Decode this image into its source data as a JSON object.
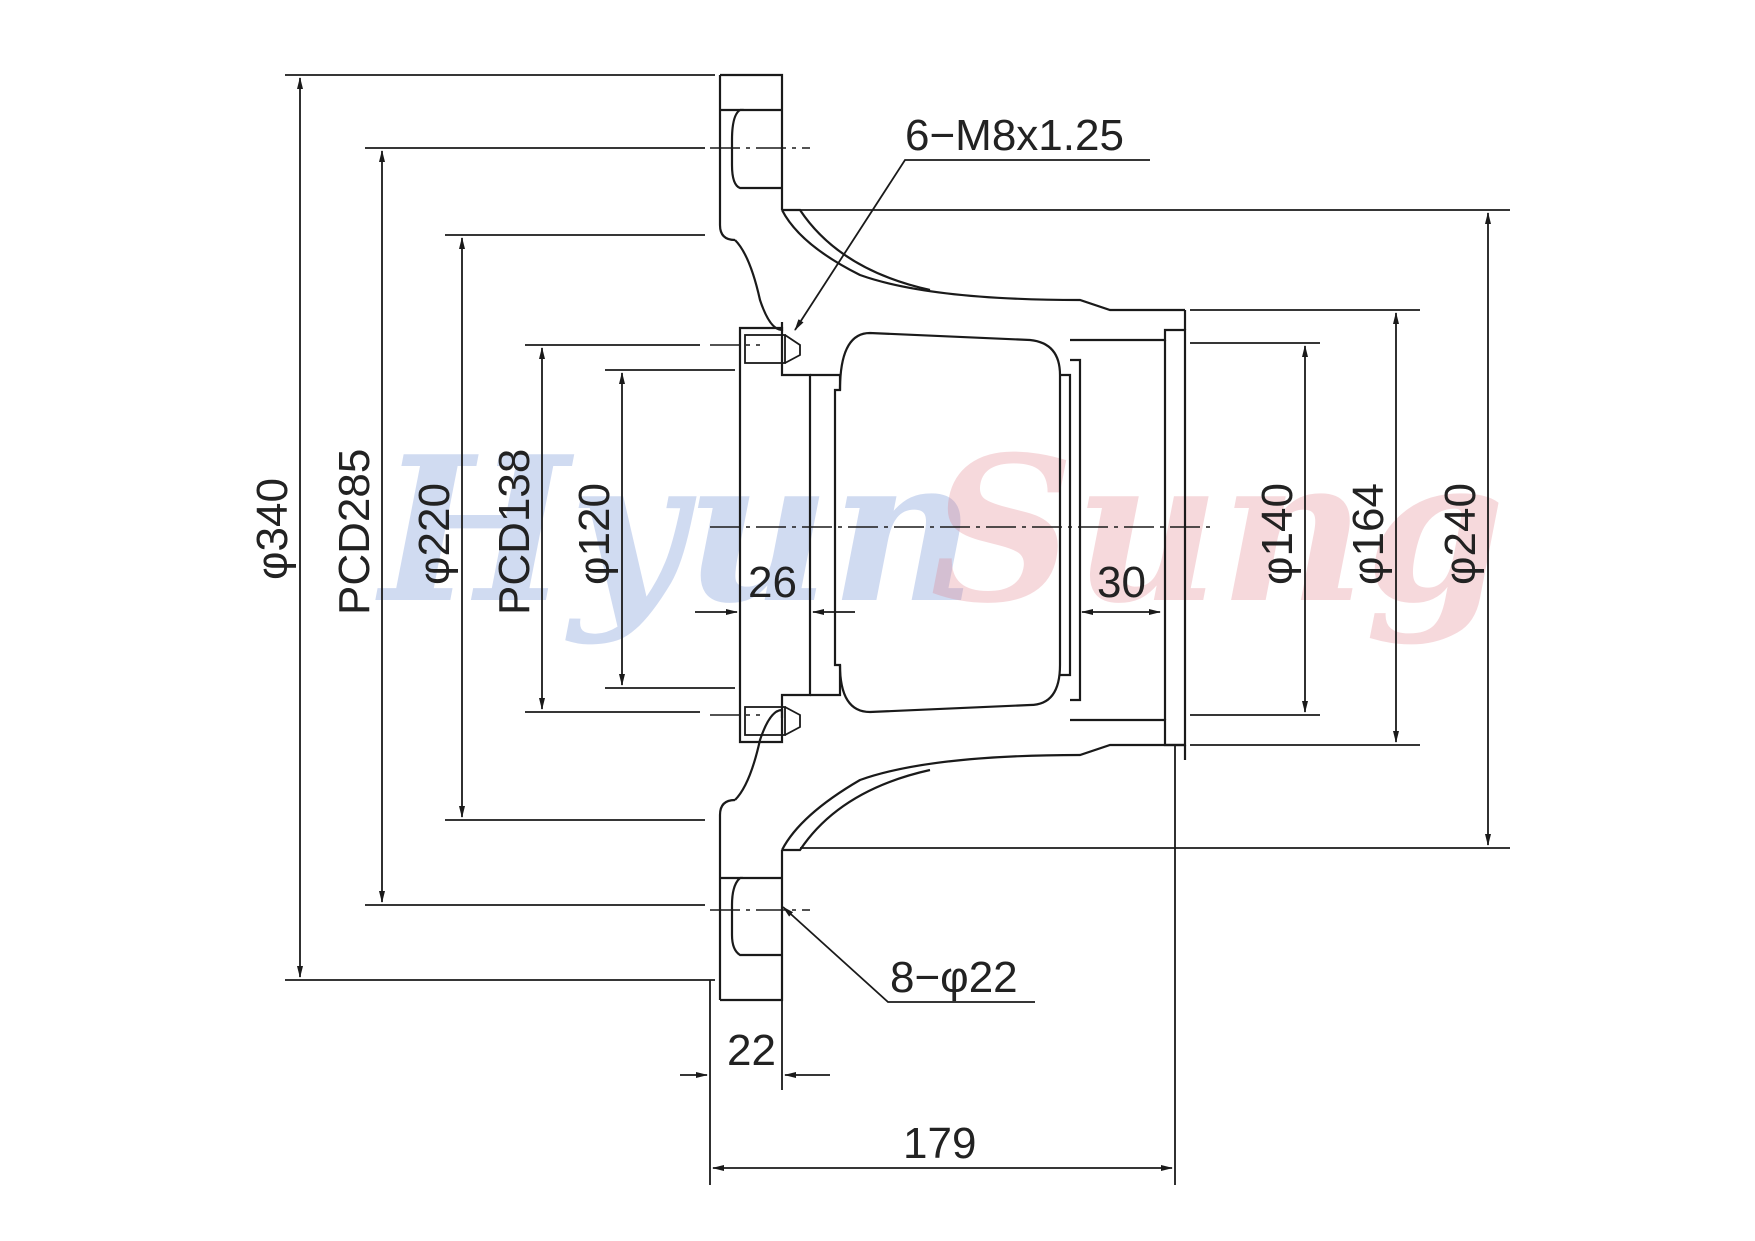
{
  "watermark": {
    "left_part": "Hyun",
    "right_part": "Sung",
    "left_color": "#5b7fd0",
    "right_color": "#e07a85"
  },
  "annotations": {
    "thread_callout": "6−M8x1.25",
    "hole_callout": "8−φ22"
  },
  "dimensions": {
    "d340": "φ340",
    "pcd285": "PCD285",
    "d220": "φ220",
    "pcd138": "PCD138",
    "d120": "φ120",
    "d140": "φ140",
    "d164": "φ164",
    "d240": "φ240",
    "w26": "26",
    "w30": "30",
    "w22": "22",
    "len179": "179"
  },
  "colors": {
    "line": "#1a1a1a",
    "background": "#ffffff"
  }
}
